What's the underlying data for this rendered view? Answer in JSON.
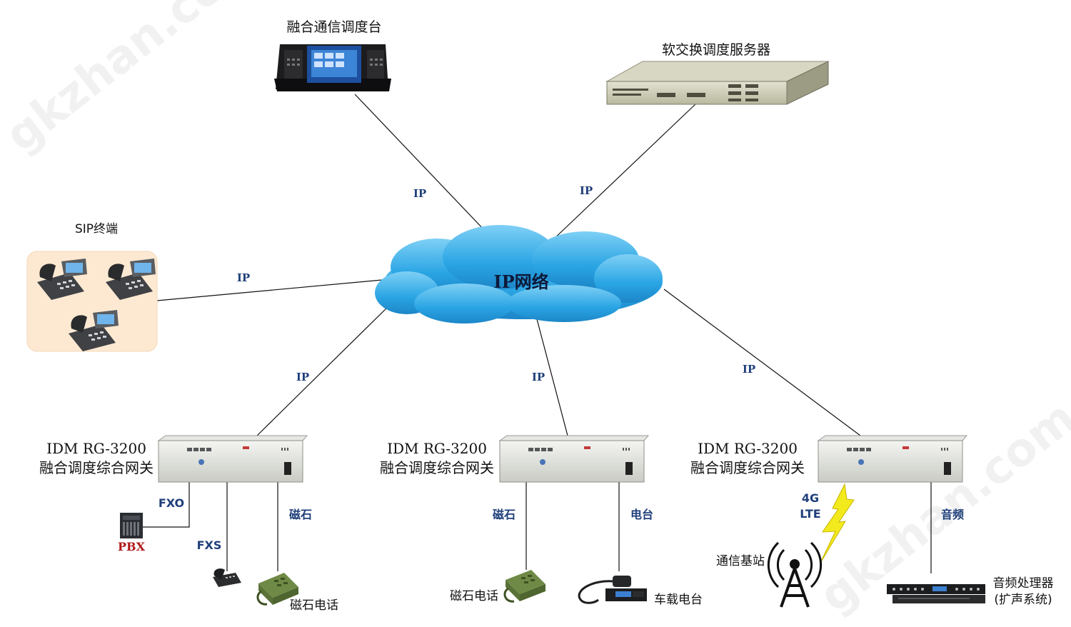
{
  "watermark": "gkzhan.com",
  "cloud": {
    "label": "IP网络",
    "color": "#29a6e6"
  },
  "devices": {
    "console": {
      "label": "融合通信调度台"
    },
    "server": {
      "label": "软交换调度服务器"
    },
    "sip": {
      "label": "SIP终端",
      "panel_color": "#fde9d2"
    },
    "gateway_name": "IDM RG-3200",
    "gateway_desc": "融合调度综合网关",
    "pbx": {
      "label": "PBX"
    },
    "magneto_phone": "磁石电话",
    "vehicle_radio": "车载电台",
    "base_station": "通信基站",
    "audio_processor": {
      "line1": "音频处理器",
      "line2": "(扩声系统)"
    }
  },
  "links": {
    "ip": "IP",
    "fxo": "FXO",
    "fxs": "FXS",
    "magneto": "磁石",
    "radio": "电台",
    "lte_line1": "4G",
    "lte_line2": "LTE",
    "audio": "音频"
  }
}
